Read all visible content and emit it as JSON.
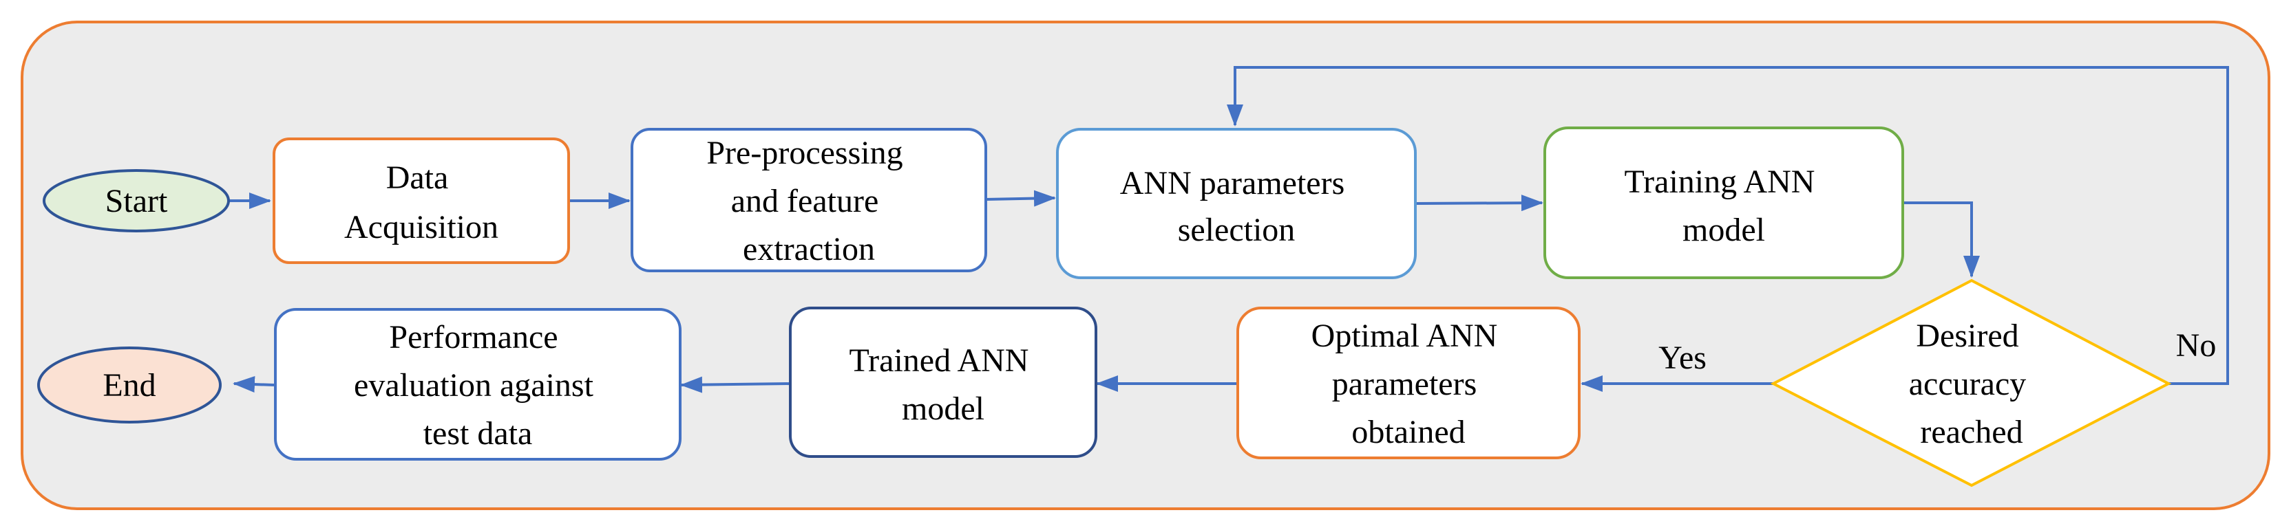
{
  "colors": {
    "panel_fill": "#ececec",
    "panel_border": "#ed7d31",
    "arrow": "#4472c4",
    "orange": "#ed7d31",
    "blue": "#4472c4",
    "light_blue": "#5b9bd5",
    "green": "#70ad47",
    "navy": "#2f4d8a",
    "gold": "#ffc000",
    "start_fill": "#e2efd9",
    "end_fill": "#fbe1d3",
    "oval_border": "#2f5597"
  },
  "nodes": {
    "start": {
      "lines": [
        "Start"
      ]
    },
    "data_acquisition": {
      "lines": [
        "Data",
        "Acquisition"
      ]
    },
    "preprocessing": {
      "lines": [
        "Pre-processing",
        "and feature",
        "extraction"
      ]
    },
    "ann_params": {
      "lines": [
        "ANN parameters",
        "selection"
      ]
    },
    "training": {
      "lines": [
        "Training ANN",
        "model"
      ]
    },
    "decision": {
      "lines": [
        "Desired",
        "accuracy",
        "reached"
      ]
    },
    "optimal": {
      "lines": [
        "Optimal ANN",
        "parameters",
        "obtained"
      ]
    },
    "trained": {
      "lines": [
        "Trained ANN",
        "model"
      ]
    },
    "performance": {
      "lines": [
        "Performance",
        "evaluation against",
        "test data"
      ]
    },
    "end": {
      "lines": [
        "End"
      ]
    }
  },
  "edge_labels": {
    "yes": "Yes",
    "no": "No"
  }
}
